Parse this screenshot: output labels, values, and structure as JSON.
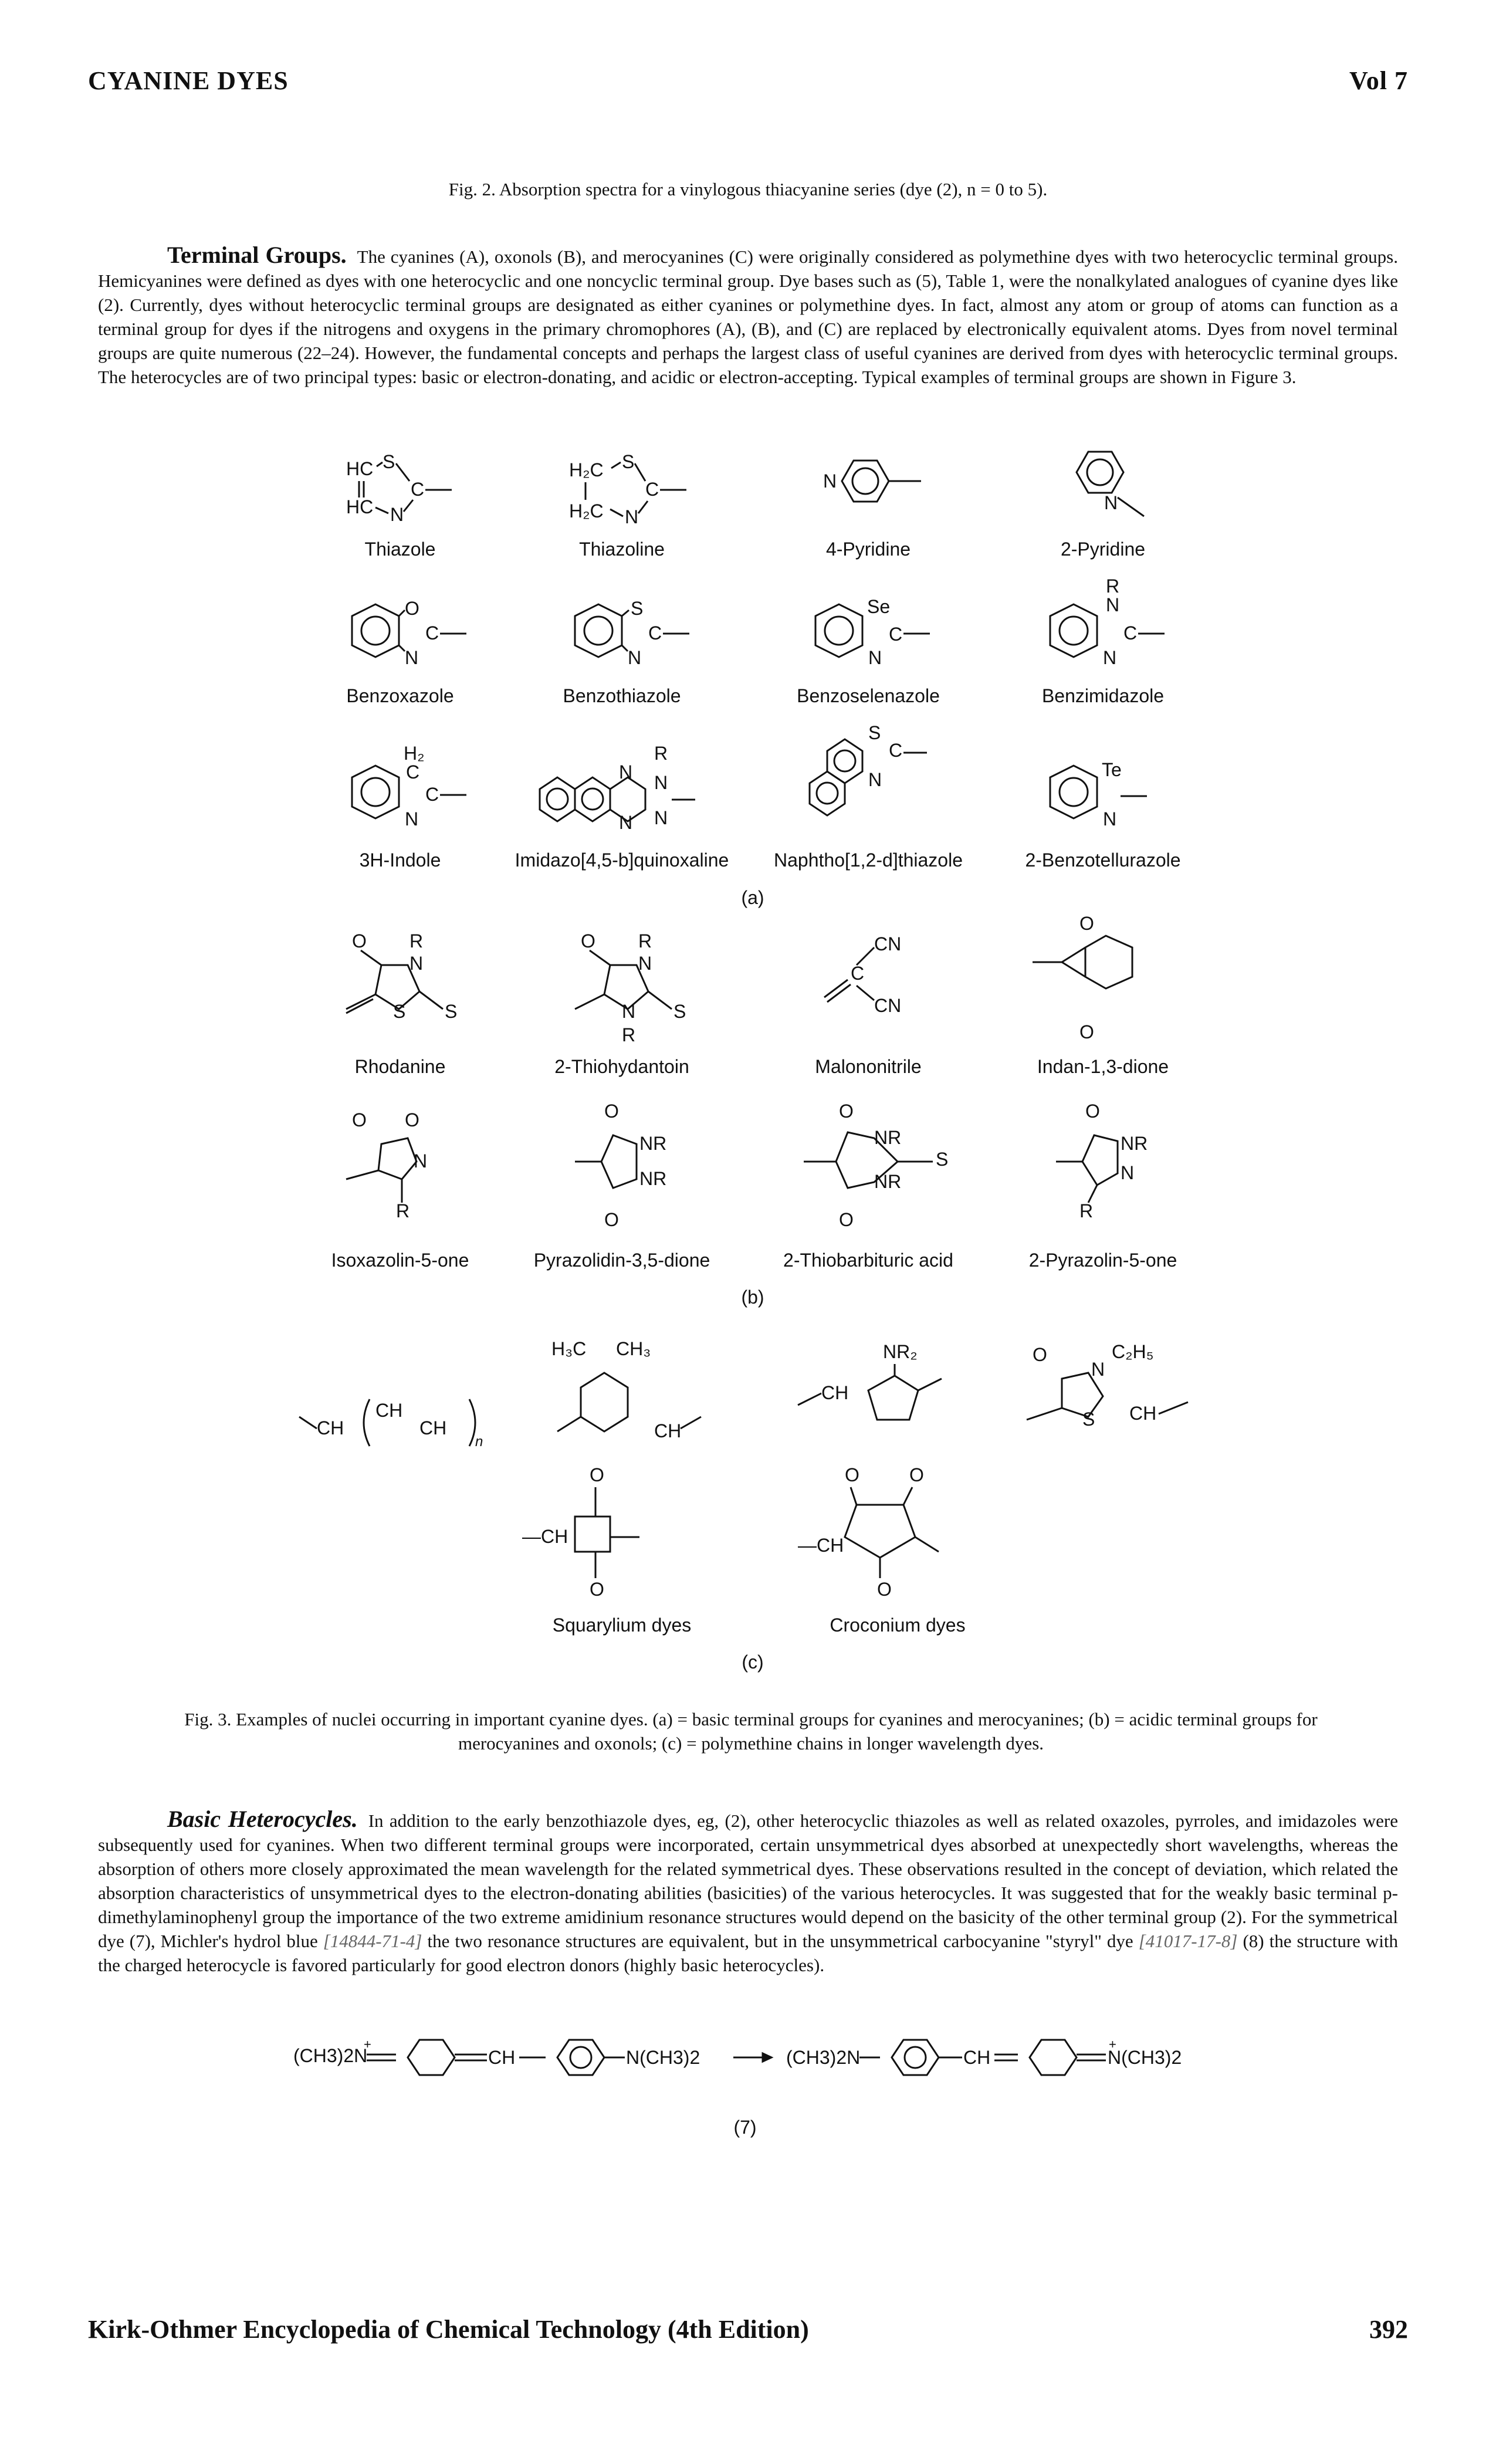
{
  "header": {
    "left": "CYANINE DYES",
    "right": "Vol 7"
  },
  "fig2_caption": "Fig. 2. Absorption spectra for a vinylogous thiacyanine series (dye (2), n = 0 to 5).",
  "paragraph1": {
    "lead": "Terminal Groups.",
    "text": "The cyanines (A), oxonols (B), and merocyanines (C) were originally considered as polymethine dyes with two heterocyclic terminal groups. Hemicyanines were defined as dyes with one heterocyclic and one noncyclic terminal group. Dye bases such as (5), Table 1, were the nonalkylated analogues of cyanine dyes like (2). Currently, dyes without heterocyclic terminal groups are designated as either cyanines or polymethine dyes. In fact, almost any atom or group of atoms can function as a terminal group for dyes if the nitrogens and oxygens in the primary chromophores (A), (B), and (C) are replaced by electronically equivalent atoms. Dyes from novel terminal groups are quite numerous (22–24). However, the fundamental concepts and perhaps the largest class of useful cyanines are derived from dyes with heterocyclic terminal groups. The heterocycles are of two principal types: basic or electron-donating, and acidic or electron-accepting. Typical examples of terminal groups are shown in Figure 3."
  },
  "figure3": {
    "panel_a_tag": "(a)",
    "panel_b_tag": "(b)",
    "panel_c_tag": "(c)",
    "panel_a": [
      "Thiazole",
      "Thiazoline",
      "4-Pyridine",
      "2-Pyridine",
      "Benzoxazole",
      "Benzothiazole",
      "Benzoselenazole",
      "Benzimidazole",
      "3H-Indole",
      "Imidazo[4,5-b]quinoxaline",
      "Naphtho[1,2-d]thiazole",
      "2-Benzotellurazole"
    ],
    "panel_b": [
      "Rhodanine",
      "2-Thiohydantoin",
      "Malononitrile",
      "Indan-1,3-dione",
      "Isoxazolin-5-one",
      "Pyrazolidin-3,5-dione",
      "2-Thiobarbituric acid",
      "2-Pyrazolin-5-one"
    ],
    "panel_c": [
      "Squarylium dyes",
      "Croconium dyes"
    ],
    "caption": "Fig. 3. Examples of nuclei occurring in important cyanine dyes. (a) = basic terminal groups for cyanines and merocyanines; (b) = acidic terminal groups for merocyanines and oxonols; (c) = polymethine chains in longer wavelength dyes."
  },
  "paragraph2": {
    "lead": "Basic Heterocycles.",
    "text_before_cas1": "In addition to the early benzothiazole dyes, eg, (2), other heterocyclic thiazoles as well as related oxazoles, pyrroles, and imidazoles were subsequently used for cyanines. When two different terminal groups were incorporated, certain unsymmetrical dyes absorbed at unexpectedly short wavelengths, whereas the absorption of others more closely approximated the mean wavelength for the related symmetrical dyes. These observations resulted in the concept of deviation, which related the absorption characteristics of unsymmetrical dyes to the electron-donating abilities (basicities) of the various heterocycles. It was suggested that for the weakly basic terminal p-dimethylaminophenyl group the importance of the two extreme amidinium resonance structures would depend on the basicity of the other terminal group (2). For the symmetrical dye (7), Michler's hydrol blue",
    "cas1": "[14844-71-4]",
    "text_mid": "the two resonance structures are equivalent, but in the unsymmetrical carbocyanine \"styryl\" dye",
    "cas2": "[41017-17-8]",
    "text_end": "(8) the structure with the charged heterocycle is favored particularly for good electron donors (highly basic heterocycles)."
  },
  "scheme7": {
    "left_start": "(CH3)2N",
    "left_mid": "CH",
    "left_end": "N(CH3)2",
    "right_start": "(CH3)2N",
    "right_mid": "CH",
    "right_end": "N(CH3)2",
    "label": "(7)"
  },
  "footer": {
    "left": "Kirk-Othmer Encyclopedia of Chemical Technology (4th Edition)",
    "right": "392"
  }
}
